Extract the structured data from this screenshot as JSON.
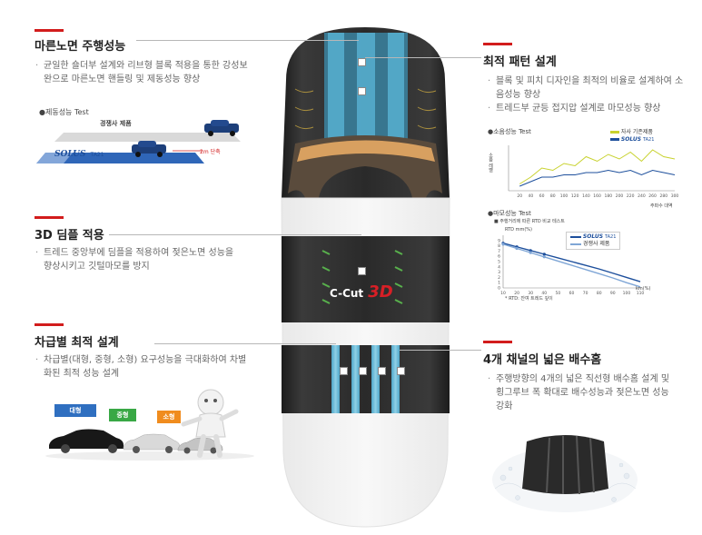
{
  "sections": {
    "dry_handling": {
      "title": "마른노면 주행성능",
      "bullets": [
        "균일한 숄더부 설계와 리브형 블록 적용을 통한 강성보완으로 마른노면 핸들링 및 제동성능 향상"
      ]
    },
    "braking_test": {
      "label": "●제동성능 Test",
      "competitor_label": "경쟁사 제품",
      "brand": "SOLUS",
      "model": "TA21",
      "diff_label": "2m 단축"
    },
    "dimple": {
      "title": "3D 딤플 적용",
      "bullets": [
        "트레드 중앙부에 딤플을 적용하여 젖은노면 성능을 향상시키고 깃털마모를 방지"
      ]
    },
    "by_class": {
      "title": "차급별 최적 설계",
      "bullets": [
        "차급별(대형, 중형, 소형) 요구성능을 극대화하여 차별화된 최적 성능 설계"
      ],
      "chips": [
        "대형",
        "중형",
        "소형"
      ]
    },
    "pattern": {
      "title": "최적 패턴 설계",
      "bullets": [
        "블록 및 피치 디자인을 최적의 비율로 설계하여 소음성능 향상",
        "트레드부 균등 접지압 설계로 마모성능 향상"
      ]
    },
    "grooves": {
      "title": "4개 채널의 넓은 배수홈",
      "bullets": [
        "주행방향의 4개의 넓은 직선형 배수홈 설계 및 횡그루브 폭 확대로 배수성능과 젖은노면 성능 강화"
      ]
    },
    "ccut": {
      "label": "C-Cut",
      "suffix": "3D"
    }
  },
  "noise_chart": {
    "label": "●소음성능 Test",
    "legend": [
      "자사 기존제품",
      "SOLUS"
    ],
    "legend_suffix": "TA21",
    "ylabel": "소음 레벨",
    "xlabel": "주파수 대역",
    "colors": [
      "#c8d22e",
      "#1d4f9c"
    ]
  },
  "wear_chart": {
    "label": "●마모성능 Test",
    "sublabel": "■ 주행거리에 따른 RTD 비교 테스트",
    "ylabel": "RTD mm(%)",
    "xlabel": "km(%)",
    "note": "* RTD: 잔여 트레드 깊이",
    "legend": [
      "SOLUS",
      "경쟁사 제품"
    ],
    "legend_suffix": "TA21",
    "colors": [
      "#1d4f9c",
      "#7fa6d6"
    ]
  },
  "chart_data": [
    {
      "type": "line",
      "x": [
        20,
        40,
        60,
        80,
        100,
        120,
        140,
        160,
        180,
        200,
        220,
        240,
        260,
        280,
        300
      ],
      "xlim": [
        0,
        300
      ],
      "series": [
        {
          "name": "자사 기존제품",
          "values": [
            3,
            6,
            10,
            9,
            12,
            11,
            15,
            13,
            16,
            14,
            17,
            13,
            18,
            15,
            14
          ]
        },
        {
          "name": "SOLUS",
          "values": [
            2,
            4,
            6,
            6,
            7,
            7,
            8,
            8,
            9,
            8,
            9,
            7,
            9,
            8,
            7
          ]
        }
      ]
    },
    {
      "type": "line",
      "x": [
        10,
        20,
        30,
        40,
        50,
        60,
        70,
        80,
        90,
        100,
        110
      ],
      "xlim": [
        10,
        110
      ],
      "ylim": [
        0,
        10
      ],
      "series": [
        {
          "name": "SOLUS",
          "values": [
            8.5,
            7.8,
            7.1,
            6.4,
            5.7,
            5.0,
            4.3,
            3.6,
            2.8,
            2.0,
            1.2
          ]
        },
        {
          "name": "경쟁사 제품",
          "values": [
            8.3,
            7.5,
            6.7,
            5.9,
            5.1,
            4.3,
            3.5,
            2.7,
            1.9,
            1.0,
            0.2
          ]
        }
      ]
    }
  ]
}
